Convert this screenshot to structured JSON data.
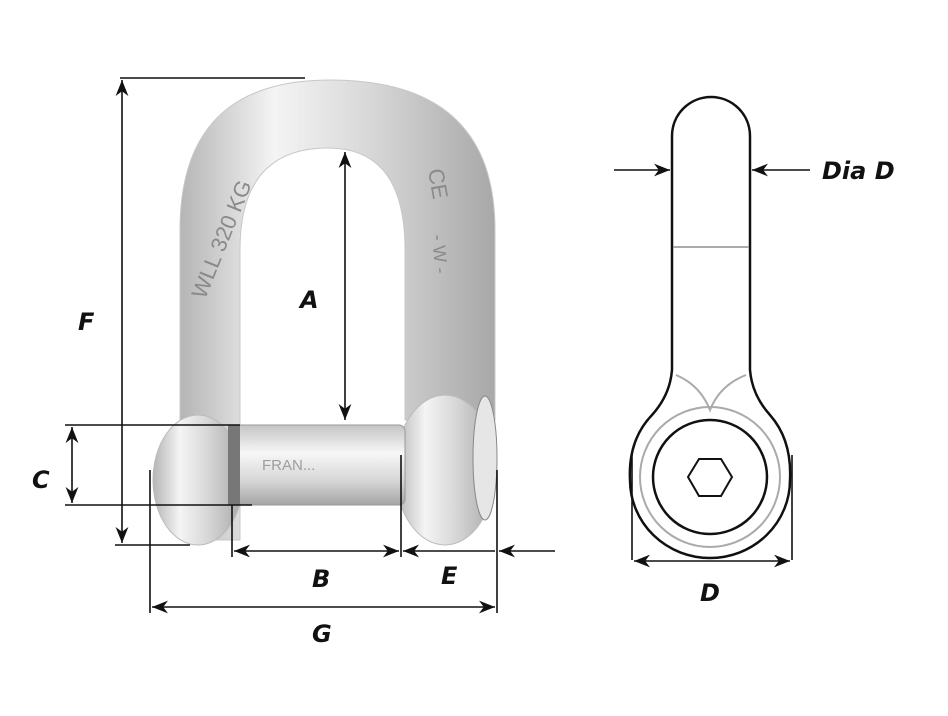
{
  "title": "Shackle dimension diagram",
  "labels": {
    "A": "A",
    "B": "B",
    "C": "C",
    "D": "D",
    "E": "E",
    "F": "F",
    "G": "G",
    "dia_d": "Dia D"
  },
  "engraving": {
    "wll": "WLL 320 KG",
    "ce": "CE",
    "mark": "- W -",
    "pin_brand": "FRAN..."
  },
  "colors": {
    "line": "#111111",
    "metal_light": "#f2f2f2",
    "metal_dark": "#9a9a9a"
  }
}
